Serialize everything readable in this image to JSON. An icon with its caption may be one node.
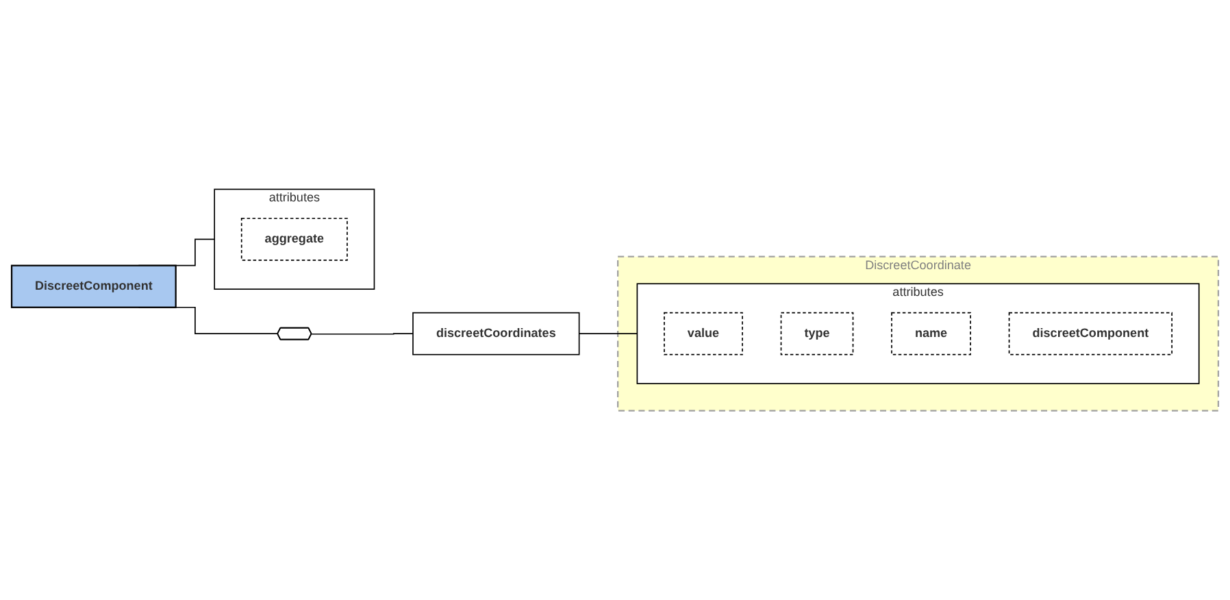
{
  "diagram": {
    "nodes": [
      {
        "text": [
          "DiscreetComponent"
        ]
      },
      {
        "text": [
          "attributes"
        ]
      },
      {
        "text": [
          "aggregate"
        ],
        "in": 1
      },
      {
        "text": [],
        "shape": "octagon"
      },
      {
        "text": [
          "discreetCoordinates"
        ]
      },
      {
        "text": [
          "DiscreetCoordinate"
        ]
      },
      {
        "text": [
          "attributes"
        ],
        "in": 5
      },
      {
        "text": [
          "value"
        ],
        "in": 6
      },
      {
        "text": [
          "type"
        ],
        "in": 6
      },
      {
        "text": [
          "name"
        ],
        "in": 6
      },
      {
        "text": [
          "discreetComponent"
        ],
        "in": 6
      }
    ],
    "edges": [
      {
        "from": 0,
        "to": 1,
        "arrow": "none"
      },
      {
        "from": 0,
        "to": 3,
        "arrow": "none"
      },
      {
        "from": 3,
        "to": 4,
        "arrow": "none"
      },
      {
        "from": 4,
        "to": 6,
        "arrow": "none"
      }
    ]
  }
}
